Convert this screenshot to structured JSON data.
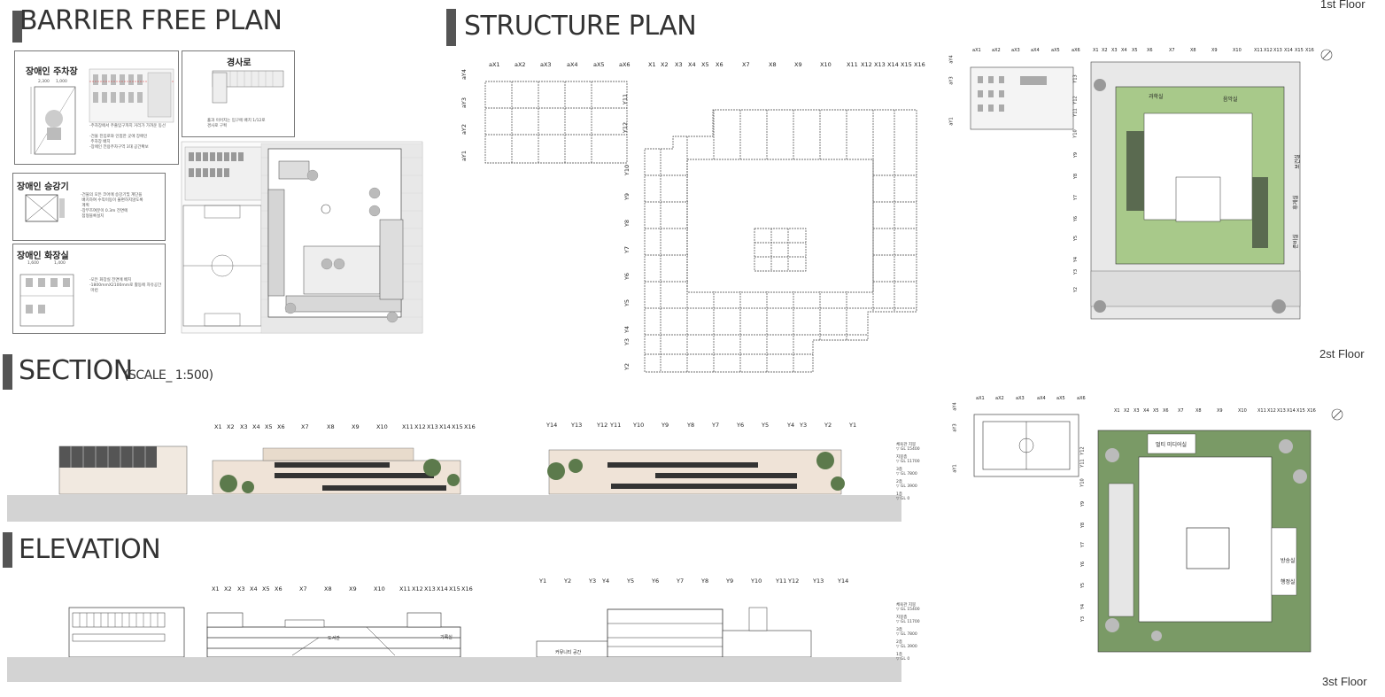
{
  "headings": {
    "barrier_free": "BARRIER FREE PLAN",
    "structure": "STRUCTURE PLAN",
    "section": "SECTION",
    "section_scale": "(SCALE_ 1:500)",
    "elevation": "ELEVATION"
  },
  "floors": {
    "first": "1st Floor",
    "second": "2st Floor",
    "third": "3st Floor"
  },
  "barrier_free": {
    "parking_title": "장애인 주차장",
    "parking_dim_a": "2,300",
    "parking_dim_b": "1,000",
    "parking_notes": "-주차장에서 주출입구까지 거리가 가까운 동선\n\n-건물 진입로와 인접한 곳에 장애인\n 주차장 배치\n-장애인 전용주차구역 3대 공간확보",
    "ramp_title": "경사로",
    "ramp_notes": "홀과 이어지는 입구에 배치 1/12로\n경사로 구획",
    "elevator_title": "장애인 승강기",
    "elevator_notes": "-건물의 모든 코어에 승강기및 계단을\n 배치하여 수직이동이 불편하지않도록\n 계획\n-장부즈여분이 0.3m 전면에\n 점형블록설치",
    "restroom_title": "장애인 화장실",
    "restroom_dim_a": "1,600",
    "restroom_dim_b": "1,400",
    "restroom_notes": "-모든 화장실 전면에 배치\n-1800mmX2100mm로 활동에 자유공간\n 마련"
  },
  "axes": {
    "x_struct": [
      "aX1",
      "aX2",
      "aX3",
      "aX4",
      "aX5",
      "aX6",
      "X1",
      "X2",
      "X3",
      "X4",
      "X5",
      "X6",
      "X7",
      "X8",
      "X9",
      "X10",
      "X11",
      "X12",
      "X13",
      "X14",
      "X15",
      "X16"
    ],
    "y_struct_left": [
      "aY4",
      "aY3",
      "aY2",
      "aY1"
    ],
    "y_struct_main": [
      "Y12",
      "Y11",
      "Y10",
      "Y9",
      "Y8",
      "Y7",
      "Y6",
      "Y5",
      "Y4",
      "Y3",
      "Y2"
    ],
    "x_section": [
      "X1",
      "X2",
      "X3",
      "X4",
      "X5",
      "X6",
      "X7",
      "X8",
      "X9",
      "X10",
      "X11",
      "X12",
      "X13",
      "X14",
      "X15",
      "X16"
    ],
    "y_section": [
      "Y14",
      "Y13",
      "Y12",
      "Y11",
      "Y10",
      "Y9",
      "Y8",
      "Y7",
      "Y6",
      "Y5",
      "Y4",
      "Y3",
      "Y2",
      "Y1"
    ],
    "y_elevation": [
      "Y1",
      "Y2",
      "Y3",
      "Y4",
      "Y5",
      "Y6",
      "Y7",
      "Y8",
      "Y9",
      "Y10",
      "Y11",
      "Y12",
      "Y13",
      "Y14"
    ],
    "x_floor": [
      "aX1",
      "aX2",
      "aX3",
      "aX4",
      "aX5",
      "aX6",
      "X1",
      "X2",
      "X3",
      "X4",
      "X5",
      "X6",
      "X7",
      "X8",
      "X9",
      "X10",
      "X11",
      "X12",
      "X13",
      "X14",
      "X15",
      "X16"
    ],
    "y_floor2": [
      "aY4",
      "aY3",
      "aY1",
      "Y13",
      "Y12",
      "Y11",
      "Y10",
      "Y9",
      "Y8",
      "Y7",
      "Y6",
      "Y5",
      "Y4",
      "Y3",
      "Y2"
    ],
    "y_floor3": [
      "aY4",
      "aY3",
      "aY1",
      "Y12",
      "Y11",
      "Y10",
      "Y9",
      "Y8",
      "Y7",
      "Y6",
      "Y5",
      "Y4",
      "Y3"
    ]
  },
  "levels": [
    {
      "name": "체육관 지붕",
      "gl": "▽ GL 15400"
    },
    {
      "name": "지붕층",
      "gl": "▽ GL 11700"
    },
    {
      "name": "3층",
      "gl": "▽ GL 7800"
    },
    {
      "name": "2층",
      "gl": "▽ GL 3900"
    },
    {
      "name": "1층",
      "gl": "▽ GL 0"
    }
  ],
  "room_labels": {
    "floor2_a": "과학실",
    "floor2_b": "음악실",
    "floor2_c": "보건실",
    "floor2_d": "휴게실",
    "floor2_e": "준비실",
    "floor3_a": "멀티 미디어실",
    "floor3_b": "방송실",
    "floor3_c": "행정실",
    "elev_a": "도서관",
    "elev_b": "기록실",
    "elev_c": "커뮤니티 공간"
  },
  "colors": {
    "green": "#a8c98a",
    "dark_green": "#6f8f5a",
    "bar": "#555555",
    "ground": "#d3d3d3"
  }
}
